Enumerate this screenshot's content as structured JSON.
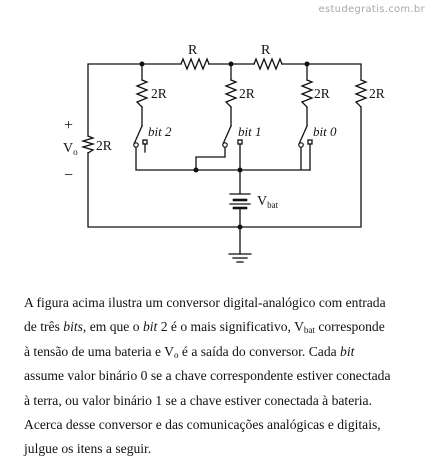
{
  "watermark": "estudegratis.com.br",
  "circuit": {
    "labels": {
      "r_top_1": "R",
      "r_top_2": "R",
      "r_2r_1": "2R",
      "r_2r_2": "2R",
      "r_2r_3": "2R",
      "r_2r_4": "2R",
      "r_out": "2R",
      "bit2": "bit 2",
      "bit1": "bit 1",
      "bit0": "bit 0",
      "plus": "+",
      "minus": "−",
      "vo_main": "V",
      "vo_sub": "o",
      "vbat_main": "V",
      "vbat_sub": "bat"
    }
  },
  "text": {
    "l1": "A figura acima ilustra um conversor digital-analógico com entrada",
    "l2_a": "de três ",
    "l2_b": "bits",
    "l2_c": ", em que o ",
    "l2_d": "bit",
    "l2_e": " 2 é o mais significativo, V",
    "l2_f": "bat",
    "l2_g": " corresponde",
    "l3_a": "à tensão de uma bateria e V",
    "l3_b": "o",
    "l3_c": " é a saída do conversor. Cada ",
    "l3_d": "bit",
    "l4": "assume valor binário 0 se a chave correspondente estiver conectada",
    "l5": "à terra, ou valor binário 1 se a chave estiver conectada à bateria.",
    "l6": "Acerca desse conversor e das comunicações analógicas e digitais,",
    "l7": "julgue os itens a seguir."
  }
}
